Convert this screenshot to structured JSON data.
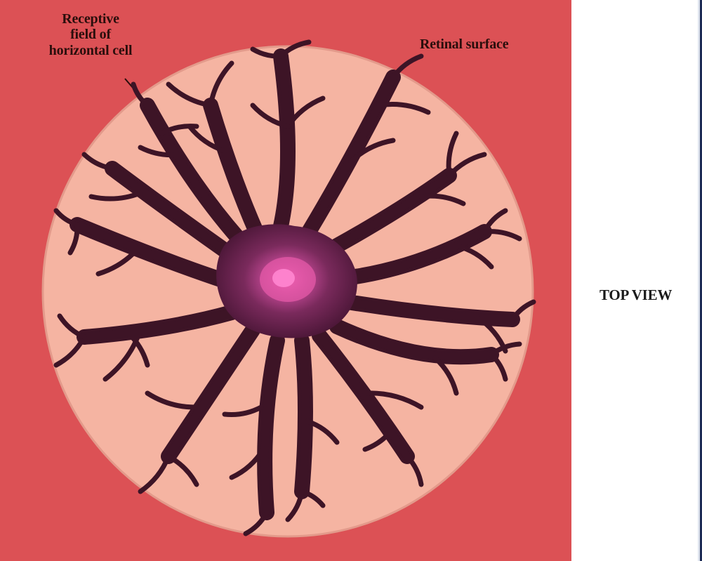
{
  "labels": {
    "receptive_field": [
      "Receptive",
      "field of",
      "horizontal cell"
    ],
    "retinal_surface": "Retinal surface",
    "view": "TOP VIEW"
  },
  "colors": {
    "retina_background": "#dc5155",
    "receptive_field_fill": "#f5b4a2",
    "receptive_field_rim": "#e8a090",
    "dendrite": "#3d1426",
    "soma": "#7a2a5c",
    "nucleus": "#e85aae",
    "label_text": "#2a0e0c"
  },
  "icons": {
    "cell": "horizontal-cell-icon",
    "pointer": "leader-line"
  }
}
